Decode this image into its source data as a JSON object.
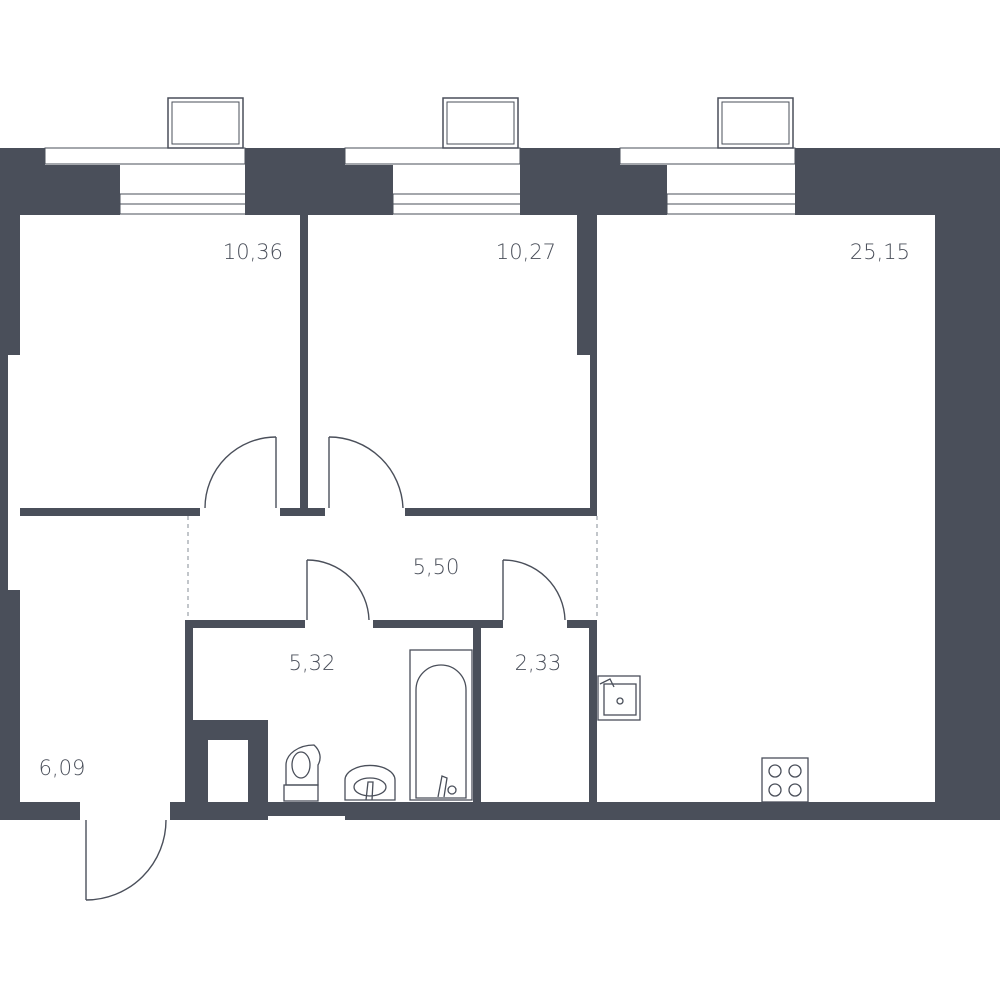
{
  "colors": {
    "wall": "#4a4f5a",
    "background": "#ffffff",
    "text": "#4a4f5a",
    "dashed_line": "#9aa0a8"
  },
  "rooms": [
    {
      "id": "bedroom-left",
      "area": "10,36"
    },
    {
      "id": "bedroom-middle",
      "area": "10,27"
    },
    {
      "id": "living-kitchen",
      "area": "25,15"
    },
    {
      "id": "corridor",
      "area": "5,50"
    },
    {
      "id": "bathroom",
      "area": "5,32"
    },
    {
      "id": "wc-storage",
      "area": "2,33"
    },
    {
      "id": "entrance-hall",
      "area": "6,09"
    }
  ],
  "icons": [
    "window-icon",
    "door-swing-icon",
    "bathtub-icon",
    "toilet-icon",
    "washbasin-icon",
    "kitchen-sink-icon",
    "cooktop-icon"
  ]
}
